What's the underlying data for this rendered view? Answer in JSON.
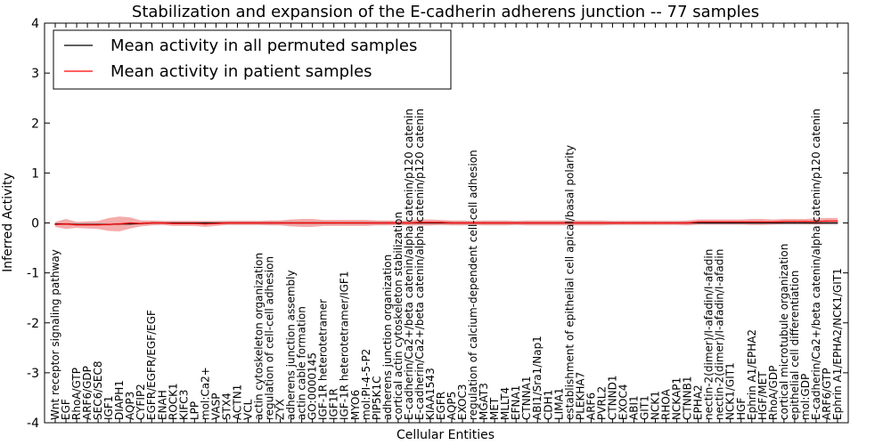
{
  "chart_data": {
    "type": "line",
    "title": "Stabilization and expansion of the E-cadherin adherens junction -- 77 samples",
    "xlabel": "Cellular Entities",
    "ylabel": "Inferred Activity",
    "ylim": [
      -4,
      4
    ],
    "yticks": [
      -4,
      -3,
      -2,
      -1,
      0,
      1,
      2,
      3,
      4
    ],
    "grid": false,
    "legend_position": "top-left",
    "categories": [
      "Wnt receptor signaling pathway",
      "EGF",
      "RhoA/GTP",
      "ARF6/GDP",
      "SEC6/SEC8",
      "IGF1",
      "DIAPH1",
      "AQP3",
      "CYFIP2",
      "EGFR/EGFR/EGF/EGF",
      "ENAH",
      "ROCK1",
      "KIFC3",
      "LPP",
      "mol:Ca2+",
      "VASP",
      "STX4",
      "ACTN1",
      "VCL",
      "actin cytoskeleton organization",
      "regulation of cell-cell adhesion",
      "ZYX",
      "adherens junction assembly",
      "actin cable formation",
      "GO:0000145",
      "IGF-1R heterotetramer",
      "IGF1R",
      "IGF-1R heterotetramer/IGF1",
      "MYO6",
      "mol:PI-4-5-P2",
      "PIP5K1C",
      "adherens junction organization",
      "cortical actin cytoskeleton stabilization",
      "E-cadherin/Ca2+/beta catenin/alpha catenin/p120 catenin",
      "E-cadherin/Ca2+/beta catenin/alpha catenin/p120 catenin",
      "KIAA1543",
      "EGFR",
      "AQP5",
      "EXOC3",
      "regulation of calcium-dependent cell-cell adhesion",
      "MGAT3",
      "MET",
      "MLLT4",
      "EFNA1",
      "CTNNA1",
      "ABI1/Sra1/Nap1",
      "CDH1",
      "LIMA1",
      "establishment of epithelial cell apical/basal polarity",
      "PLEKHA7",
      "ARF6",
      "PVRL2",
      "CTNND1",
      "EXOC4",
      "ABI1",
      "GIT1",
      "NCK1",
      "RHOA",
      "NCKAP1",
      "CTNNB1",
      "EPHA2",
      "nectin-2(dimer)/I-afadin/I-afadin",
      "nectin-2(dimer)/I-afadin/I-afadin",
      "NCK1/GIT1",
      "HGF",
      "Ephrin A1/EPHA2",
      "HGF/MET",
      "RhoA/GDP",
      "cortical microtubule organization",
      "epithelial cell differentiation",
      "mol:GDP",
      "E-cadherin/Ca2+/beta catenin/alpha catenin/p120 catenin",
      "ARF6/GTP",
      "Ephrin A1/EPHA2/NCK1/GIT1"
    ],
    "series": [
      {
        "name": "Mean activity in all permuted samples",
        "color": "#000000",
        "band_color": "#bfbfbf",
        "values": [
          -0.02,
          -0.02,
          -0.03,
          -0.03,
          -0.03,
          -0.03,
          -0.02,
          -0.02,
          -0.01,
          0,
          0,
          0,
          0,
          0,
          0,
          0,
          0,
          0,
          0,
          0,
          0,
          0,
          0,
          0,
          0,
          0,
          0,
          0,
          0,
          0,
          0,
          0,
          0,
          0,
          0,
          0,
          0,
          0,
          0,
          0,
          0,
          0,
          0,
          0,
          0,
          0,
          0,
          0,
          0,
          0,
          0,
          0,
          0,
          0,
          0,
          0,
          0,
          0,
          0,
          0,
          0,
          0,
          0,
          0,
          0,
          0,
          0,
          0,
          0,
          0,
          0,
          0,
          0,
          0
        ],
        "band": [
          0.03,
          0.03,
          0.03,
          0.03,
          0.03,
          0.03,
          0.03,
          0.03,
          0.03,
          0.03,
          0.03,
          0.03,
          0.03,
          0.03,
          0.03,
          0.03,
          0.04,
          0.04,
          0.04,
          0.04,
          0.04,
          0.04,
          0.04,
          0.04,
          0.04,
          0.04,
          0.04,
          0.04,
          0.04,
          0.04,
          0.04,
          0.04,
          0.04,
          0.04,
          0.04,
          0.04,
          0.04,
          0.04,
          0.04,
          0.04,
          0.04,
          0.04,
          0.04,
          0.04,
          0.04,
          0.04,
          0.04,
          0.04,
          0.04,
          0.04,
          0.04,
          0.04,
          0.04,
          0.04,
          0.04,
          0.04,
          0.04,
          0.04,
          0.04,
          0.04,
          0.04,
          0.04,
          0.04,
          0.04,
          0.04,
          0.04,
          0.04,
          0.04,
          0.04,
          0.04,
          0.04,
          0.04,
          0.04,
          0.04
        ]
      },
      {
        "name": "Mean activity in patient samples",
        "color": "#ff0000",
        "band_color": "#f08080",
        "values": [
          -0.03,
          -0.02,
          -0.04,
          -0.04,
          -0.04,
          -0.03,
          -0.02,
          0.0,
          -0.01,
          0.0,
          0.0,
          -0.01,
          -0.01,
          -0.01,
          -0.02,
          -0.01,
          0.0,
          0.0,
          0.0,
          0.0,
          0.0,
          0.0,
          0.0,
          0.0,
          0.0,
          0.0,
          0.0,
          0.0,
          0.0,
          0.0,
          0.0,
          0.0,
          0.0,
          0.0,
          0.01,
          0.01,
          0.01,
          0.0,
          0.0,
          0.0,
          0.0,
          0.0,
          0.0,
          0.0,
          0.0,
          0.0,
          0.0,
          0.0,
          0.0,
          0.0,
          0.0,
          0.0,
          0.0,
          0.0,
          0.0,
          0.0,
          0.0,
          0.0,
          0.0,
          0.0,
          0.02,
          0.02,
          0.02,
          0.02,
          0.02,
          0.02,
          0.02,
          0.02,
          0.03,
          0.03,
          0.03,
          0.03,
          0.04,
          0.04
        ],
        "band": [
          0.05,
          0.1,
          0.06,
          0.07,
          0.08,
          0.13,
          0.15,
          0.11,
          0.06,
          0.05,
          0.04,
          0.05,
          0.05,
          0.05,
          0.06,
          0.05,
          0.04,
          0.04,
          0.04,
          0.04,
          0.05,
          0.05,
          0.07,
          0.08,
          0.08,
          0.06,
          0.06,
          0.06,
          0.06,
          0.06,
          0.05,
          0.05,
          0.04,
          0.05,
          0.06,
          0.06,
          0.05,
          0.05,
          0.05,
          0.04,
          0.05,
          0.05,
          0.05,
          0.04,
          0.05,
          0.05,
          0.05,
          0.05,
          0.05,
          0.05,
          0.05,
          0.05,
          0.04,
          0.04,
          0.04,
          0.04,
          0.04,
          0.04,
          0.04,
          0.05,
          0.05,
          0.05,
          0.05,
          0.05,
          0.05,
          0.06,
          0.06,
          0.05,
          0.05,
          0.05,
          0.05,
          0.06,
          0.06,
          0.06
        ]
      }
    ]
  }
}
